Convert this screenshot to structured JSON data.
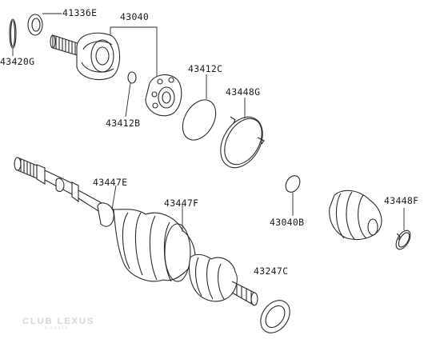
{
  "diagram": {
    "part_labels": {
      "p41336E": "41336E",
      "p43040": "43040",
      "p43420G": "43420G",
      "p43412C": "43412C",
      "p43448G": "43448G",
      "p43412B": "43412B",
      "p43447E": "43447E",
      "p43447F": "43447F",
      "p43040B": "43040B",
      "p43448F": "43448F",
      "p43247C": "43247C"
    },
    "watermark": {
      "brand": "CLUB LEXUS",
      "sub": "RUSSIA"
    }
  }
}
